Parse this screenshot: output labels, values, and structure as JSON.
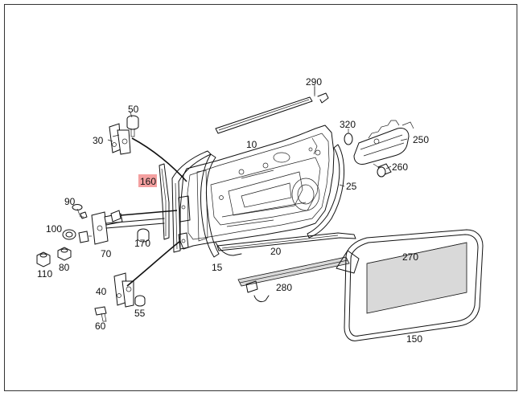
{
  "diagram": {
    "highlighted_part": "160",
    "callouts": [
      {
        "id": "c290",
        "text": "290"
      },
      {
        "id": "c50",
        "text": "50"
      },
      {
        "id": "c320",
        "text": "320"
      },
      {
        "id": "c30",
        "text": "30"
      },
      {
        "id": "c10",
        "text": "10"
      },
      {
        "id": "c250",
        "text": "250"
      },
      {
        "id": "c160",
        "text": "160"
      },
      {
        "id": "c260",
        "text": "260"
      },
      {
        "id": "c25",
        "text": "25"
      },
      {
        "id": "c90",
        "text": "90"
      },
      {
        "id": "c100",
        "text": "100"
      },
      {
        "id": "c170",
        "text": "170"
      },
      {
        "id": "c20",
        "text": "20"
      },
      {
        "id": "c270",
        "text": "270"
      },
      {
        "id": "c70",
        "text": "70"
      },
      {
        "id": "c80",
        "text": "80"
      },
      {
        "id": "c110",
        "text": "110"
      },
      {
        "id": "c15",
        "text": "15"
      },
      {
        "id": "c280",
        "text": "280"
      },
      {
        "id": "c40",
        "text": "40"
      },
      {
        "id": "c55",
        "text": "55"
      },
      {
        "id": "c60",
        "text": "60"
      },
      {
        "id": "c150",
        "text": "150"
      }
    ]
  }
}
